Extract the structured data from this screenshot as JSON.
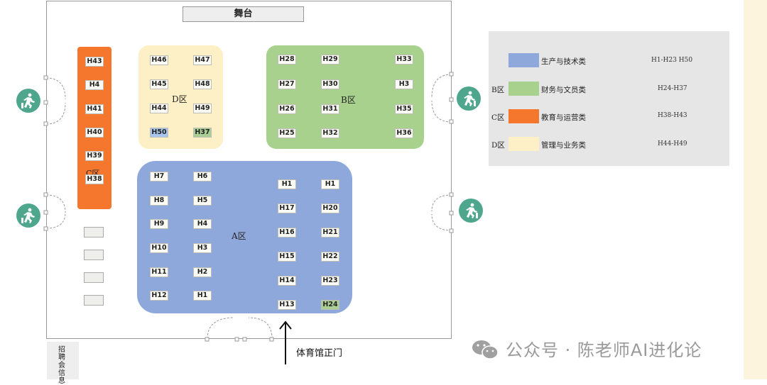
{
  "stage_label": "舞台",
  "zones": {
    "A": {
      "label": "A区",
      "color": "#8fa8dc"
    },
    "B": {
      "label": "B区",
      "color": "#a9d18e"
    },
    "C": {
      "label": "C区",
      "color": "#f4772d"
    },
    "D": {
      "label": "D区",
      "color": "#fdefc6"
    }
  },
  "booths": {
    "C": [
      "H43",
      "H4",
      "H41",
      "H40",
      "H39",
      "H38"
    ],
    "D": [
      "H46",
      "H47",
      "H45",
      "H48",
      "H44",
      "H49",
      "H50",
      "H37"
    ],
    "B": [
      "H28",
      "H29",
      "H33",
      "H27",
      "H30",
      "H3",
      "H26",
      "H31",
      "H35",
      "H25",
      "H32",
      "H36"
    ],
    "A_left": [
      "H7",
      "H6",
      "H8",
      "H5",
      "H9",
      "H4",
      "H10",
      "H3",
      "H11",
      "H2",
      "H12",
      "H1"
    ],
    "A_right": [
      "H1",
      "H1",
      "H17",
      "H20",
      "H16",
      "H21",
      "H15",
      "H22",
      "H14",
      "H23",
      "H13",
      "H24"
    ]
  },
  "legend": {
    "rows": [
      {
        "zone": "",
        "name": "生产与技术类",
        "range": "H1-H23 H50",
        "color": "#8fa8dc"
      },
      {
        "zone": "B区",
        "name": "财务与文员类",
        "range": "H24-H37",
        "color": "#a9d18e"
      },
      {
        "zone": "C区",
        "name": "教育与运营类",
        "range": "H38-H43",
        "color": "#f4772d"
      },
      {
        "zone": "D区",
        "name": "管理与业务类",
        "range": "H44-H49",
        "color": "#fdefc6"
      }
    ]
  },
  "entrance_label": "体育馆正门",
  "note_label": "招聘会信息",
  "watermark": "公众号 · 陈老师AI进化论",
  "exit_icon": "emergency-exit-icon"
}
